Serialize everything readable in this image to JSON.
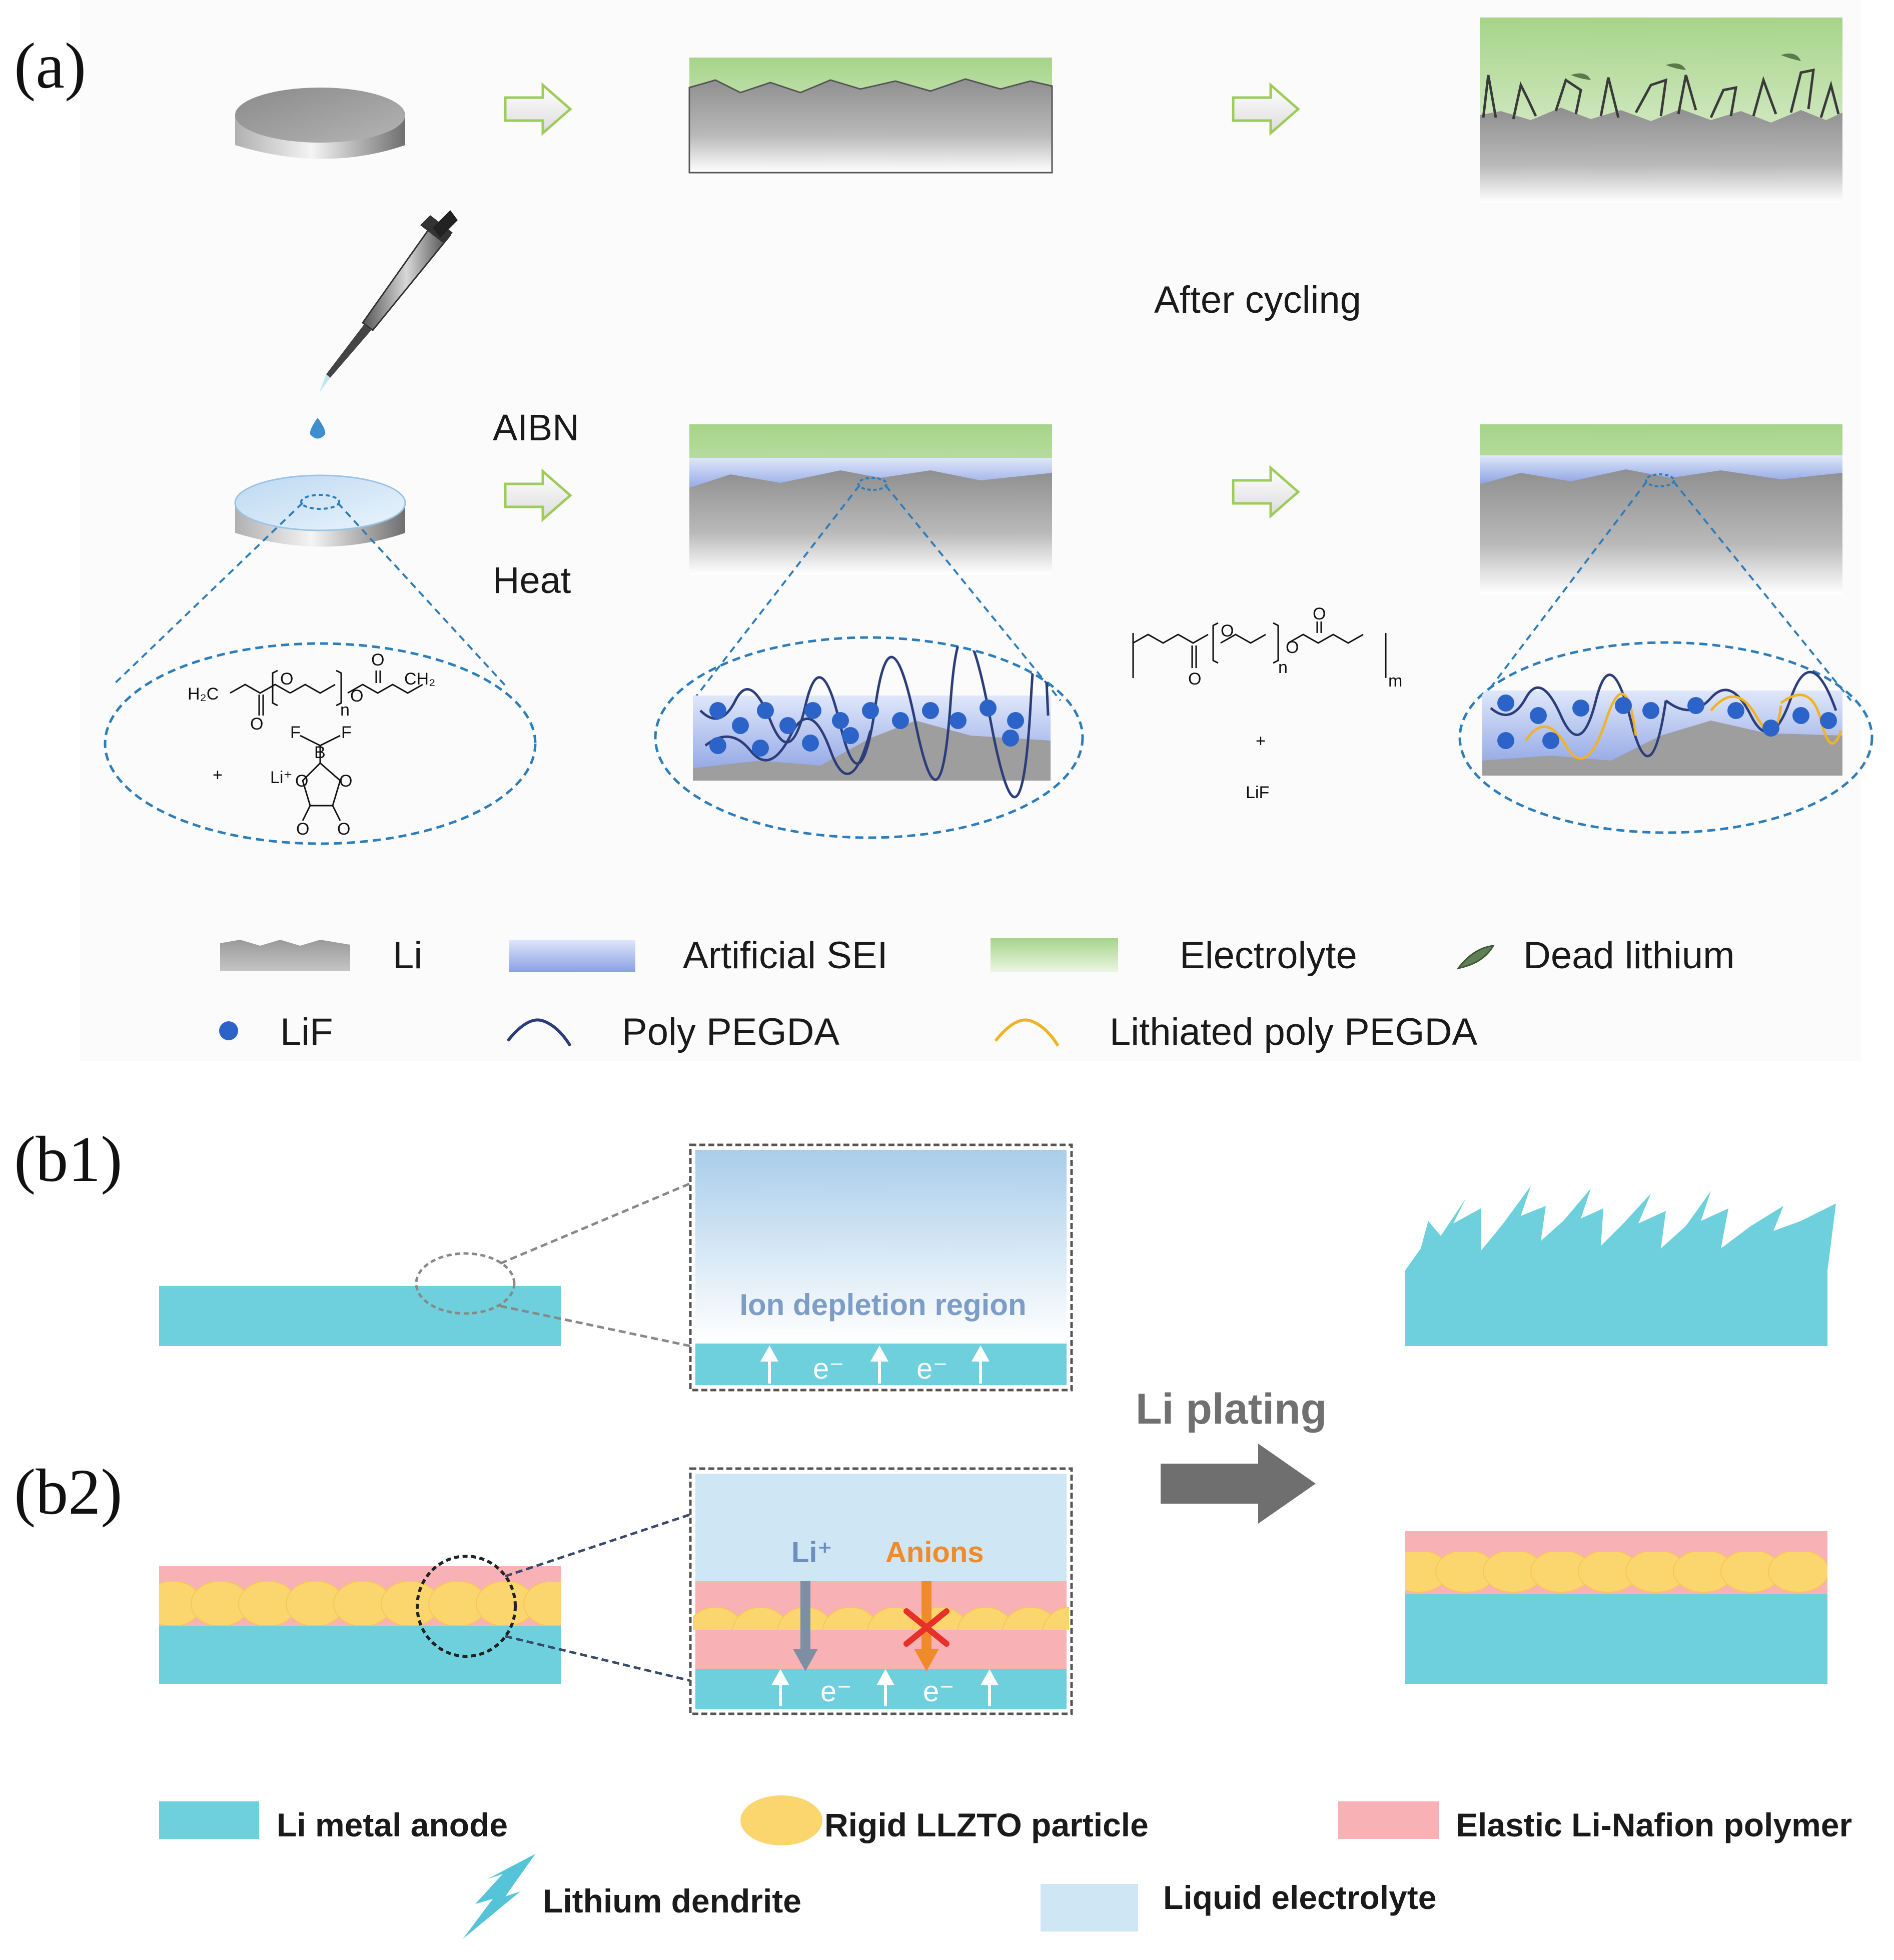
{
  "panel_a": {
    "label": "(a)",
    "after_cycling": "After cycling",
    "reagent_top": "AIBN",
    "reagent_bottom": "Heat",
    "chem_h2c": "H₂C",
    "chem_ch2": "CH₂",
    "chem_n": "n",
    "chem_m": "m",
    "chem_plus": "+",
    "chem_li": "Li⁺",
    "chem_f": "F",
    "chem_b": "B",
    "chem_o": "O",
    "product_lif": "LiF",
    "legend": {
      "li": "Li",
      "sei": "Artificial SEI",
      "electrolyte": "Electrolyte",
      "dead_lithium": "Dead lithium",
      "lif": "LiF",
      "poly": "Poly PEGDA",
      "lithiated": "Lithiated poly PEGDA"
    }
  },
  "panel_b": {
    "label_b1": "(b1)",
    "label_b2": "(b2)",
    "ion_depletion": "Ion depletion region",
    "electron": "e⁻",
    "li_ion": "Li⁺",
    "anions": "Anions",
    "li_plating": "Li plating",
    "legend": {
      "anode": "Li metal anode",
      "llzto": "Rigid LLZTO particle",
      "nafion": "Elastic Li-Nafion polymer",
      "dendrite": "Lithium dendrite",
      "liquid": "Liquid electrolyte"
    }
  },
  "colors": {
    "li_metal": "#6ecfdd",
    "llzto": "#fbd56e",
    "nafion": "#f8b1b4",
    "liquid": "#cfe6f5",
    "sei": "#93a6e6",
    "electrolyte": "#a8d58d",
    "lif_dot": "#2b63c8",
    "poly": "#2c3e7a",
    "lithiated": "#f0b323",
    "arrow_green": "#9ccc5a",
    "dashed_blue": "#2d7dbb"
  },
  "icons": {
    "pipette": "pipette-icon",
    "arrow": "right-arrow-icon",
    "dendrite": "lightning-icon",
    "block": "x-mark-icon"
  }
}
